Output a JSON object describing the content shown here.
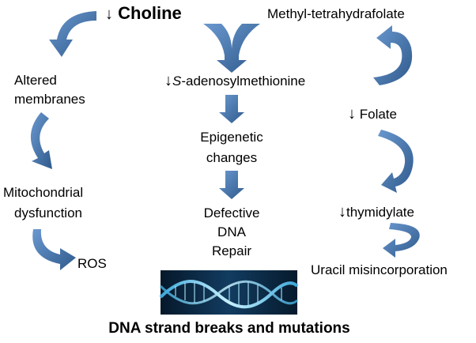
{
  "nodes": {
    "choline": {
      "arrow": "↓",
      "label": "Choline"
    },
    "mthf": {
      "label": "Methyl-tetrahydrafolate"
    },
    "altered": {
      "line1": "Altered",
      "line2": "membranes"
    },
    "sam": {
      "arrow": "↓",
      "prefix": "S",
      "label": "-adenosylmethionine"
    },
    "folate": {
      "arrow": "↓",
      "label": "Folate"
    },
    "epigenetic": {
      "line1": "Epigenetic",
      "line2": "changes"
    },
    "mito": {
      "line1": "Mitochondrial",
      "line2": "dysfunction"
    },
    "defective": {
      "line1": "Defective",
      "line2": "DNA",
      "line3": "Repair"
    },
    "thymidylate": {
      "arrow": "↓",
      "label": "thymidylate"
    },
    "ros": {
      "label": "ROS"
    },
    "uracil": {
      "label": "Uracil misincorporation"
    },
    "outcome": {
      "label": "DNA strand breaks and mutations"
    }
  },
  "colors": {
    "arrow": "#4a78b0",
    "arrow_dark": "#2f5a8c",
    "dna_bg": "#0d2a45",
    "dna_helix": "#7fd0ee"
  },
  "icons": {
    "dna": "dna-helix-image"
  }
}
